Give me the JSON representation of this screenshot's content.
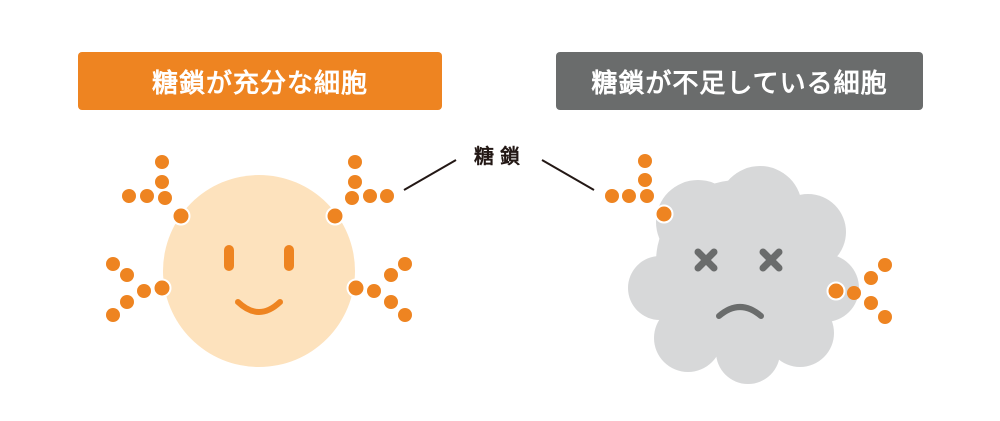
{
  "labels": {
    "healthy_cell": "糖鎖が充分な細胞",
    "deficient_cell": "糖鎖が不足している細胞",
    "glycan": "糖鎖"
  },
  "colors": {
    "healthy_label_bg": "#ee8421",
    "deficient_label_bg": "#6a6c6c",
    "glycan_dot": "#ee8421",
    "healthy_cell_fill": "#fde2bd",
    "healthy_face": "#ee8421",
    "deficient_cell_fill": "#d7d8d9",
    "deficient_face": "#6a6c6c",
    "leader_line": "#231815"
  },
  "icons": {
    "healthy_face": "smiling-face-icon",
    "deficient_face": "dizzy-sad-face-icon"
  }
}
